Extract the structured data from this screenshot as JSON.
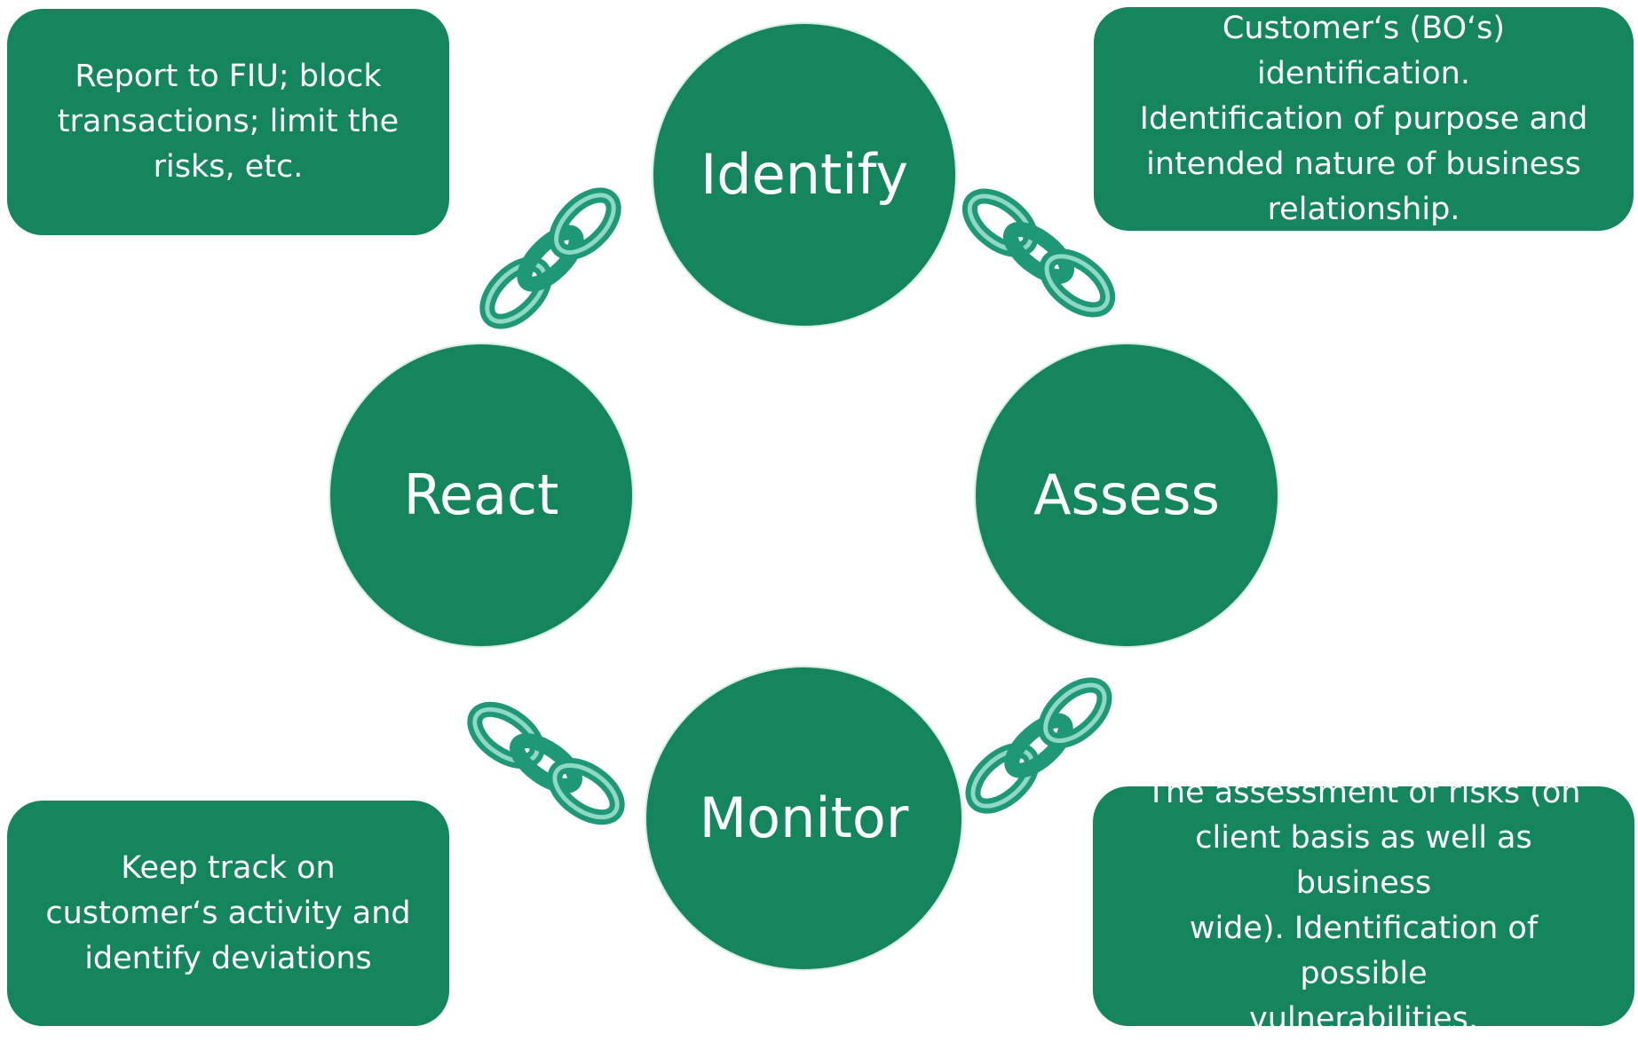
{
  "circles": {
    "identify": "Identify",
    "assess": "Assess",
    "monitor": "Monitor",
    "react": "React"
  },
  "boxes": {
    "top_left": "Report to FIU; block\ntransactions; limit the\nrisks, etc.",
    "top_right": "Customer‘s (BO‘s)\nidentification.\nIdentification of purpose and\nintended nature of business\nrelationship.",
    "bottom_left": "Keep track on\ncustomer‘s activity and\nidentify deviations",
    "bottom_right": "The assessment of risks (on\nclient basis as well as  business\nwide). Identification of possible\nvulnerabilities."
  },
  "colors": {
    "primary_green": "#15855e",
    "chain_teal": "#1e9877",
    "text": "#ffffff"
  }
}
